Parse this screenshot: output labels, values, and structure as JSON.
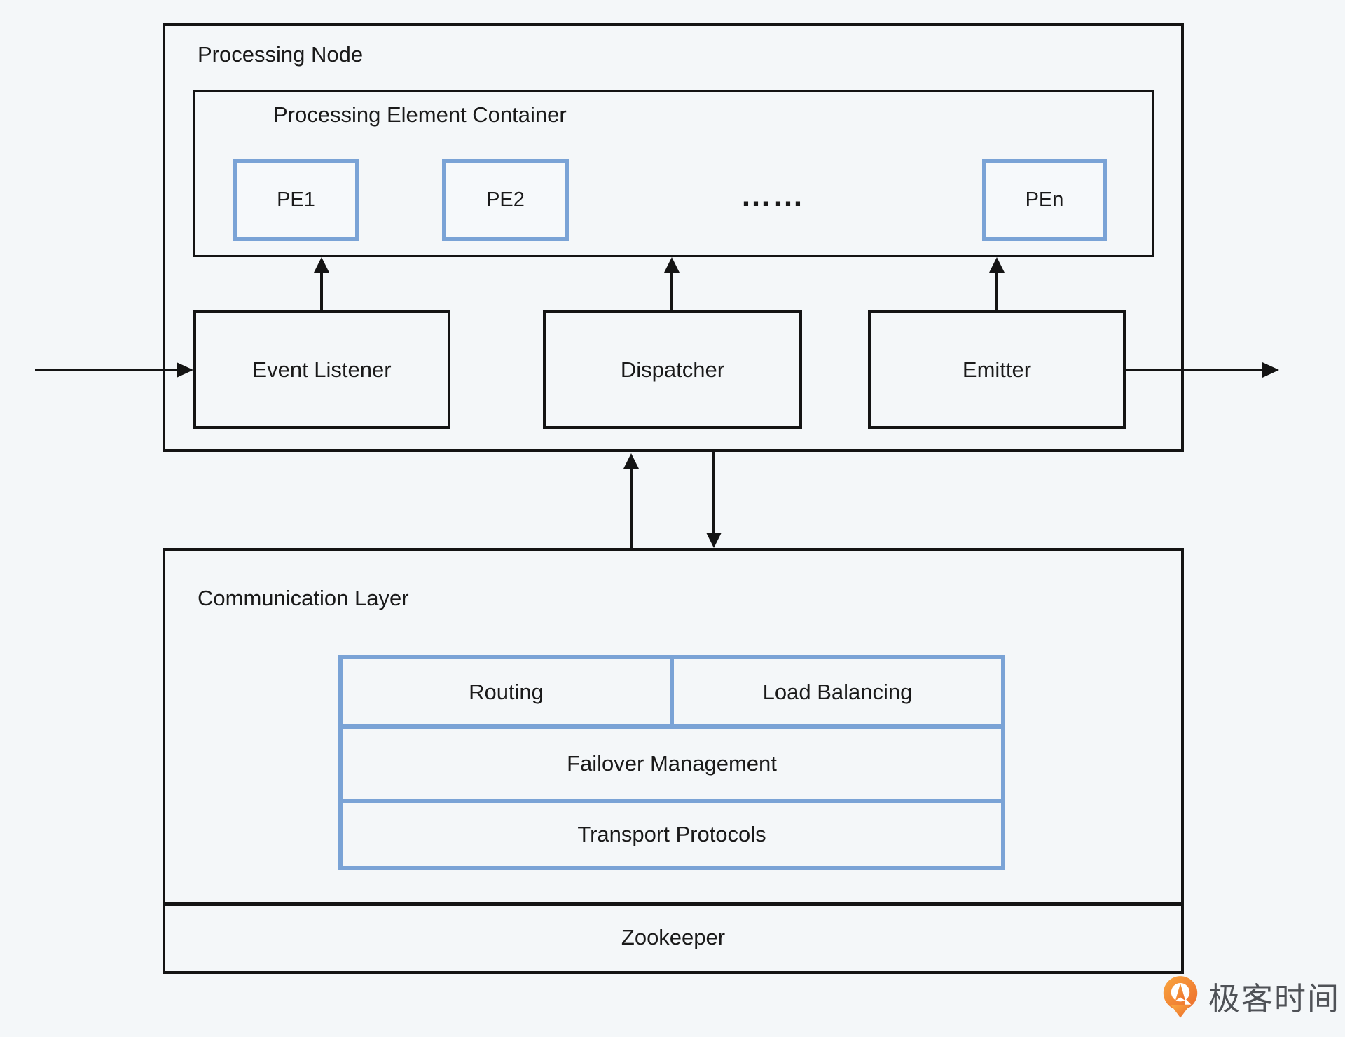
{
  "page": {
    "background": "#f4f7f9"
  },
  "colors": {
    "line_black": "#141414",
    "accent_blue": "#7aa3d6",
    "text": "#1a1a1a",
    "logo_orange_light": "#f9a63f",
    "logo_orange_dark": "#ec6c2c",
    "logo_text_gray": "#4f5257"
  },
  "processing_node": {
    "label": "Processing Node",
    "pe_container": {
      "label": "Processing Element Container",
      "elements": [
        {
          "label": "PE1"
        },
        {
          "label": "PE2"
        },
        {
          "label": "PEn"
        }
      ],
      "ellipsis": "……"
    },
    "components": [
      {
        "label": "Event Listener"
      },
      {
        "label": "Dispatcher"
      },
      {
        "label": "Emitter"
      }
    ]
  },
  "communication_layer": {
    "label": "Communication Layer",
    "services": {
      "routing": "Routing",
      "load_balancing": "Load Balancing",
      "failover": "Failover Management",
      "transport": "Transport Protocols"
    },
    "zookeeper_label": "Zookeeper"
  },
  "logo": {
    "text": "极客时间"
  }
}
